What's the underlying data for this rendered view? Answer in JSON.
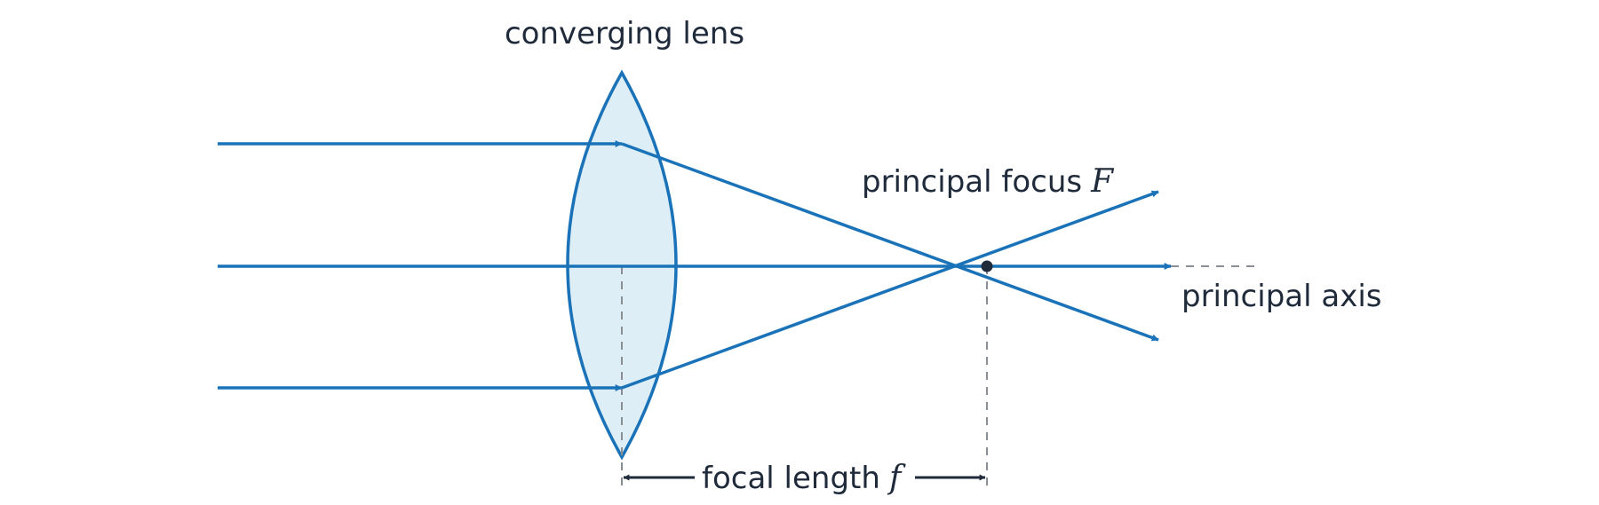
{
  "labels": {
    "lens": "converging lens",
    "focus": "principal focus",
    "focus_symbol": "F",
    "axis": "principal axis",
    "focal_length": "focal length",
    "focal_length_symbol": "f"
  },
  "colors": {
    "ray": "#1a73b8",
    "lens_fill": "#deeef7",
    "text": "#1f2a3a",
    "guide": "#8a8f96",
    "focus_point": "#1f2a3a"
  }
}
